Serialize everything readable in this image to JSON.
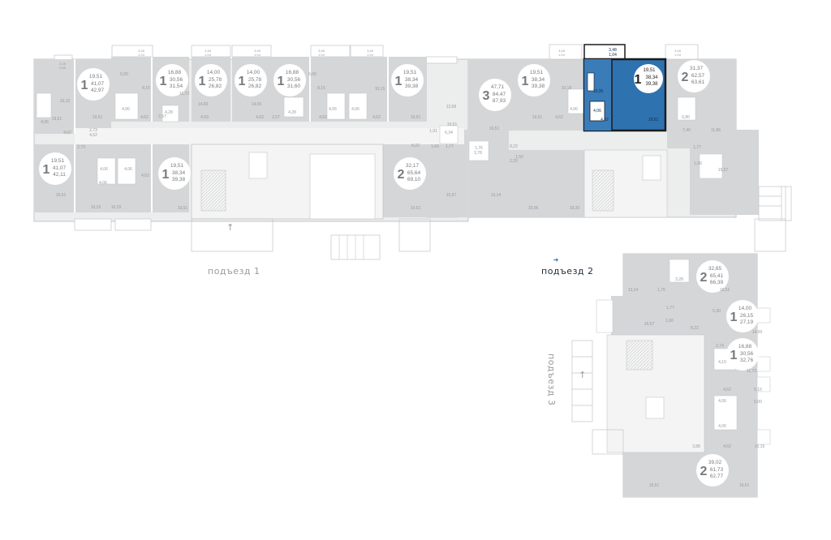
{
  "colors": {
    "apartment_fill": "#cfd1d4",
    "wall": "#b9bcc0",
    "line": "#c6c8cb",
    "selected_apartment": "#2e72b0",
    "selected_outline": "#1b1b1b",
    "entrance_arrow": "#2e72b0",
    "badge": "#ffffff"
  },
  "selected_apartment": {
    "rooms": "1",
    "area_living": "19,51",
    "area_total": "38,34",
    "area_full": "39,38",
    "room_area_kitchen": "10,35",
    "room_area_bath": "4,06",
    "room_area_hall": "4,62",
    "room_area_room": "19,51",
    "balcony_top": "3,48",
    "balcony_bottom": "1,04"
  },
  "apartments": [
    {
      "id": "a1",
      "rooms": "1",
      "living": "19,51",
      "total": "41,07",
      "full": "42,97"
    },
    {
      "id": "a2",
      "rooms": "1",
      "living": "16,88",
      "total": "30,56",
      "full": "31,54"
    },
    {
      "id": "a3",
      "rooms": "1",
      "living": "14,00",
      "total": "25,78",
      "full": "26,82"
    },
    {
      "id": "a4",
      "rooms": "1",
      "living": "14,00",
      "total": "25,78",
      "full": "26,82"
    },
    {
      "id": "a5",
      "rooms": "1",
      "living": "16,88",
      "total": "30,56",
      "full": "31,60"
    },
    {
      "id": "a6",
      "rooms": "1",
      "living": "19,51",
      "total": "38,34",
      "full": "39,38"
    },
    {
      "id": "a7",
      "rooms": "3",
      "living": "47,71",
      "total": "84,47",
      "full": "87,93"
    },
    {
      "id": "a8",
      "rooms": "1",
      "living": "19,51",
      "total": "38,34",
      "full": "39,38"
    },
    {
      "id": "a9",
      "rooms": "2",
      "living": "31,37",
      "total": "62,57",
      "full": "63,61"
    },
    {
      "id": "a10",
      "rooms": "1",
      "living": "19,51",
      "total": "41,07",
      "full": "42,11"
    },
    {
      "id": "a11",
      "rooms": "1",
      "living": "19,51",
      "total": "38,34",
      "full": "39,38"
    },
    {
      "id": "a12",
      "rooms": "2",
      "living": "32,17",
      "total": "65,64",
      "full": "69,10"
    },
    {
      "id": "a13",
      "rooms": "2",
      "living": "32,65",
      "total": "65,41",
      "full": "66,39"
    },
    {
      "id": "a14",
      "rooms": "1",
      "living": "14,00",
      "total": "26,15",
      "full": "27,19"
    },
    {
      "id": "a15",
      "rooms": "1",
      "living": "16,88",
      "total": "30,56",
      "full": "32,76"
    },
    {
      "id": "a16",
      "rooms": "2",
      "living": "39,02",
      "total": "61,73",
      "full": "62,77"
    }
  ],
  "room_labels": {
    "r1": "10,15",
    "r2": "19,51",
    "r3": "4,62",
    "r4": "2,73",
    "r5": "4,06",
    "r6": "5,00",
    "r7": "8,15",
    "r8": "4,06",
    "r9": "4,62",
    "r10": "2,57",
    "r11": "11,73",
    "r12": "4,28",
    "r13": "14,00",
    "r14": "4,93",
    "r15": "14,00",
    "r16": "4,93",
    "r17": "2,57",
    "r18": "4,28",
    "r19": "5,00",
    "r20": "8,15",
    "r21": "4,06",
    "r22": "4,62",
    "r23": "4,06",
    "r24": "4,62",
    "r25": "10,15",
    "r26": "19,51",
    "r27": "12,66",
    "r28": "19,51",
    "r29": "1,91",
    "r30": "6,34",
    "r31": "8,22",
    "r32": "1,66",
    "r33": "1,77",
    "r34": "3,78",
    "r35": "1,76",
    "r36": "8,22",
    "r37": "1,50",
    "r38": "2,20",
    "r39": "15,57",
    "r40": "13,14",
    "r41": "15,06",
    "r42": "19,30",
    "r43": "19,51",
    "r44": "10,15",
    "r45": "4,62",
    "r46": "4,06",
    "r47": "4,06",
    "r48": "10,15",
    "r49": "4,06",
    "r50": "19,51",
    "r51": "19,51",
    "r52": "4,62",
    "r53": "10,18",
    "r54": "4,06",
    "r55": "4,62",
    "r56": "19,51",
    "r57": "6,80",
    "r58": "7,40",
    "r59": "11,86",
    "r60": "1,77",
    "r61": "1,66",
    "r62": "15,57",
    "r63": "2,73",
    "r64": "19,51",
    "r65": "19,51",
    "r66": "13,14",
    "r67": "1,76",
    "r68": "19,51",
    "r69": "3,28",
    "r70": "5,30",
    "r71": "1,77",
    "r72": "15,57",
    "r73": "1,66",
    "r74": "8,22",
    "r75": "14,00",
    "r76": "2,74",
    "r77": "4,10",
    "r78": "11,73",
    "r79": "4,62",
    "r80": "5,15",
    "r81": "4,06",
    "r82": "5,00",
    "r83": "4,06",
    "r84": "3,88",
    "r85": "4,62",
    "r86": "10,15",
    "r87": "19,51",
    "r88": "19,51"
  },
  "balconies": {
    "b1": "3,28",
    "b1b": "0,98",
    "b2": "3,48",
    "b2b": "1,04",
    "b3": "3,48",
    "b3b": "1,04",
    "b4": "3,48",
    "b4b": "1,04",
    "b5": "3,48",
    "b5b": "1,04",
    "b6": "3,48",
    "b6b": "1,04",
    "b7": "3,48",
    "b7b": "1,04",
    "b8": "3,48",
    "b8b": "1,04"
  },
  "entrances": {
    "e1": "подъезд 1",
    "e2": "подъезд 2",
    "e3": "подъезд 3"
  },
  "selected_entrance": "e2"
}
